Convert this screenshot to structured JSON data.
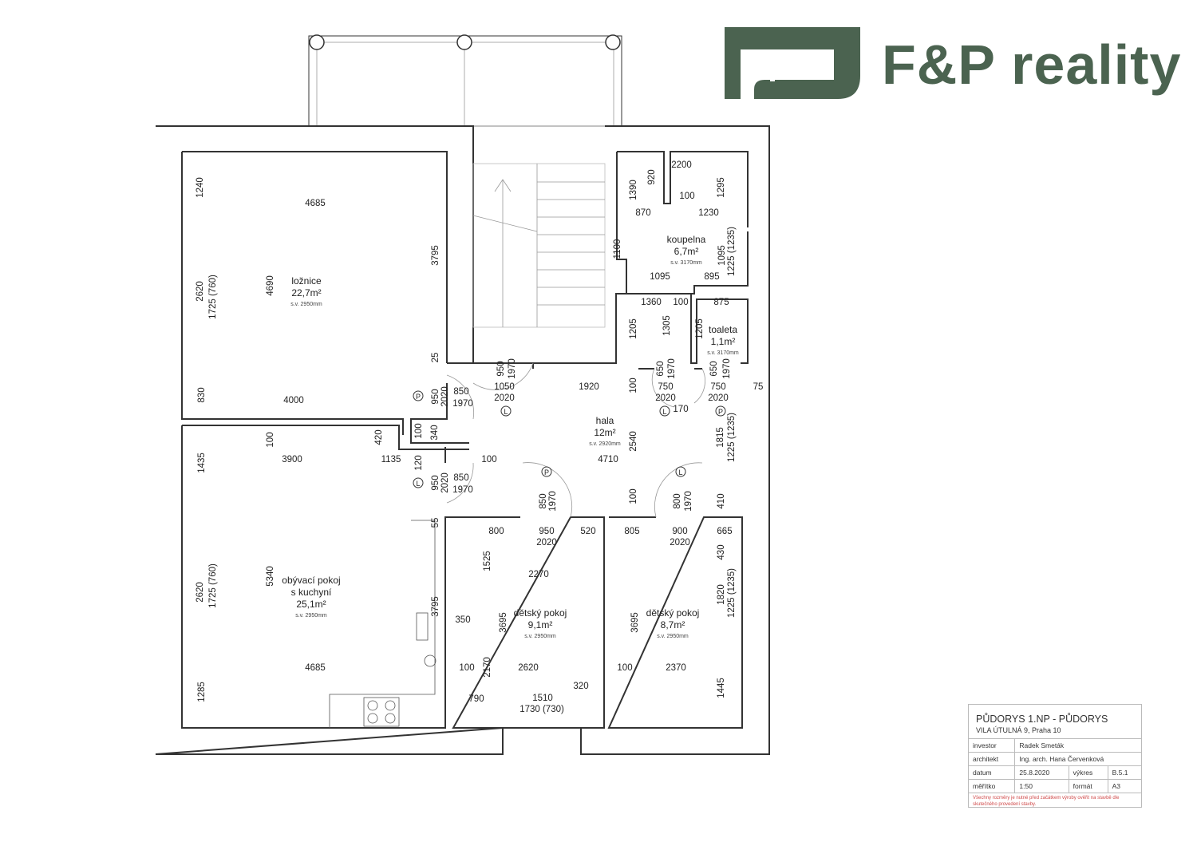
{
  "logo": {
    "brand": "F&P reality",
    "color": "#4b6350"
  },
  "rooms": [
    {
      "name": "ložnice",
      "area": "22,7m²",
      "height": "s.v. 2950mm"
    },
    {
      "name": "hala",
      "area": "12m²",
      "height": "s.v. 2920mm"
    },
    {
      "name": "koupelna",
      "area": "6,7m²",
      "height": "s.v. 3170mm"
    },
    {
      "name": "toaleta",
      "area": "1,1m²",
      "height": "s.v. 3170mm"
    },
    {
      "name": "obývací pokoj",
      "name2": "s kuchyní",
      "area": "25,1m²",
      "height": "s.v. 2950mm"
    },
    {
      "name": "dětský pokoj",
      "area": "9,1m²",
      "height": "s.v. 2950mm"
    },
    {
      "name": "dětský pokoj",
      "area": "8,7m²",
      "height": "s.v. 2950mm"
    }
  ],
  "dimensions": [
    "1240",
    "4685",
    "3795",
    "2620",
    "1725 (760)",
    "4690",
    "830",
    "4000",
    "25",
    "950",
    "1970",
    "1050",
    "2020",
    "1920",
    "850",
    "1970",
    "950",
    "2020",
    "100",
    "420",
    "100",
    "340",
    "1435",
    "3900",
    "1135",
    "120",
    "100",
    "4710",
    "2540",
    "950",
    "2020",
    "850",
    "1970",
    "55",
    "2620",
    "1725 (760)",
    "5340",
    "3795",
    "350",
    "4685",
    "1285",
    "1815",
    "1225 (1235)",
    "100",
    "650",
    "1970",
    "750",
    "2020",
    "170",
    "650",
    "1970",
    "750",
    "2020",
    "75",
    "2200",
    "1390",
    "920",
    "100",
    "1295",
    "870",
    "1230",
    "1100",
    "1095",
    "1225 (1235)",
    "1095",
    "895",
    "1360",
    "100",
    "875",
    "1205",
    "1305",
    "1205",
    "850",
    "1970",
    "100",
    "800",
    "1970",
    "410",
    "800",
    "950",
    "520",
    "2020",
    "805",
    "900",
    "665",
    "2020",
    "1525",
    "2270",
    "430",
    "3695",
    "3695",
    "1820",
    "1225 (1235)",
    "100",
    "2620",
    "2170",
    "100",
    "2370",
    "1445",
    "320",
    "790",
    "1510",
    "1730 (730)"
  ],
  "door_marks": [
    "P",
    "L",
    "L",
    "P",
    "L",
    "L",
    "P"
  ],
  "title_block": {
    "title": "PŮDORYS 1.NP - PŮDORYS",
    "subtitle": "VILA ÚTULNÁ 9, Praha 10",
    "investor_label": "investor",
    "investor": "Radek Smeták",
    "architect_label": "architekt",
    "architect": "Ing. arch. Hana Červenková",
    "date_label": "datum",
    "date": "25.8.2020",
    "drawing_label": "výkres",
    "drawing": "B.5.1",
    "scale_label": "měřítko",
    "scale": "1:50",
    "format_label": "formát",
    "format": "A3",
    "note": "Všechny rozměry je nutné před začátkem výroby ověřit na stavbě dle skutečného provedení stavby."
  }
}
